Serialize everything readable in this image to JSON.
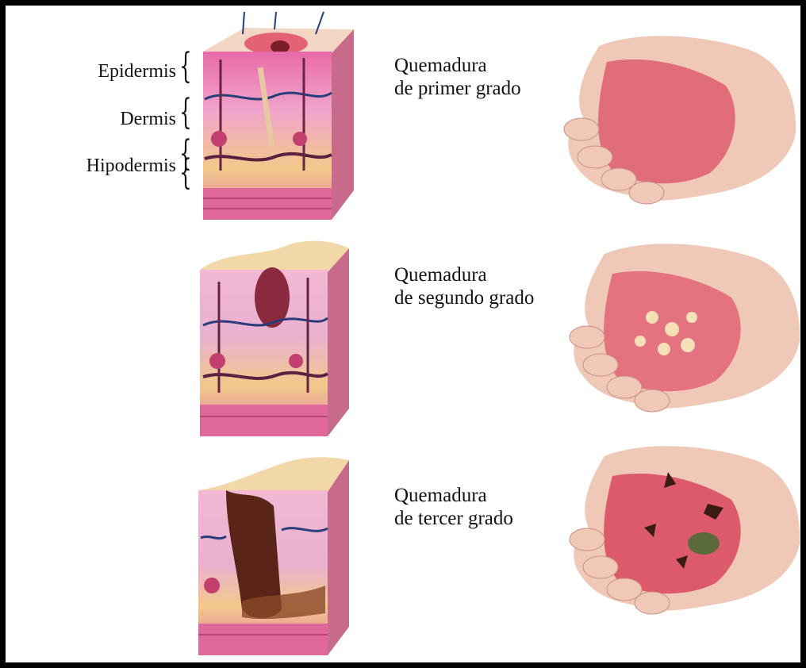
{
  "layers": {
    "epidermis": "Epidermis",
    "dermis": "Dermis",
    "hypodermis": "Hipodermis"
  },
  "burns": [
    {
      "line1": "Quemadura",
      "line2": "de primer grado"
    },
    {
      "line1": "Quemadura",
      "line2": "de segundo grado"
    },
    {
      "line1": "Quemadura",
      "line2": "de tercer grado"
    }
  ],
  "colors": {
    "border": "#000000",
    "skin_pink": "#e87ab0",
    "tissue_layer": "#f2c98a",
    "vessel_blue": "#2a3d7a",
    "hand_skin": "#f0c8b8",
    "burn_red": "#d8465e",
    "char": "#3a1c14"
  }
}
